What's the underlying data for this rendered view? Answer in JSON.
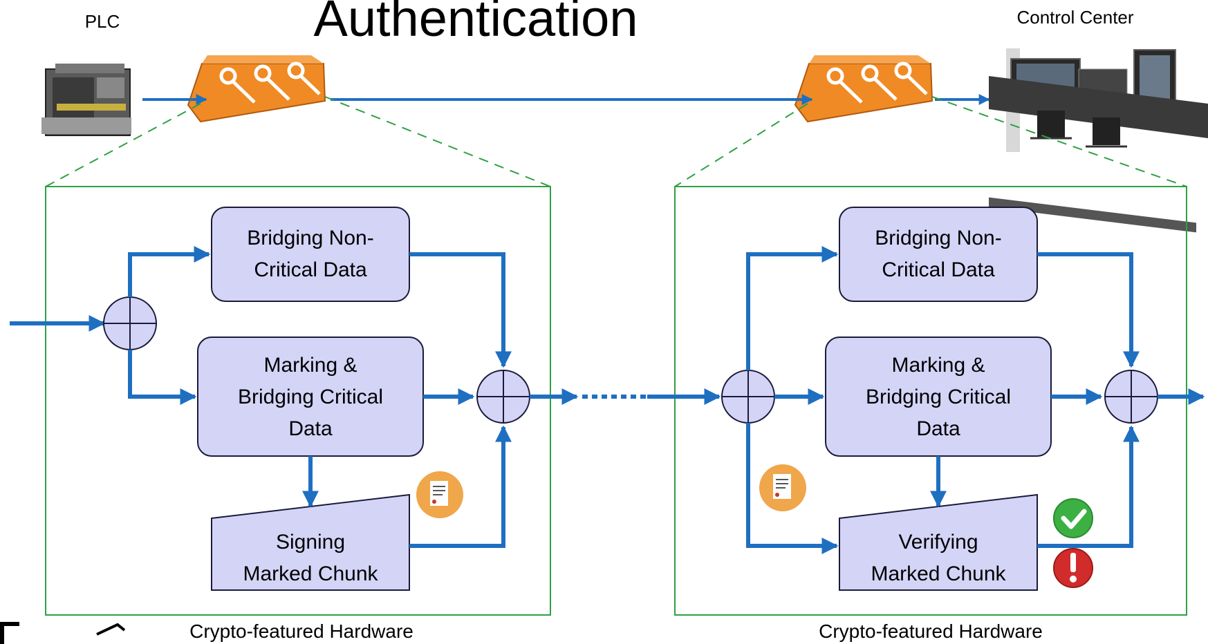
{
  "title": "Authentication",
  "labels": {
    "plc": "PLC",
    "control_center": "Control Center"
  },
  "left_module": {
    "caption": "Crypto-featured Hardware",
    "box1": [
      "Bridging Non-",
      "Critical Data"
    ],
    "box2": [
      "Marking &",
      "Bridging Critical",
      "Data"
    ],
    "box3": [
      "Signing",
      "Marked Chunk"
    ]
  },
  "right_module": {
    "caption": "Crypto-featured Hardware",
    "box1": [
      "Bridging Non-",
      "Critical Data"
    ],
    "box2": [
      "Marking &",
      "Bridging Critical",
      "Data"
    ],
    "box3": [
      "Verifying",
      "Marked Chunk"
    ]
  },
  "icons": {
    "certificate": "certificate-icon",
    "check": "check-icon",
    "alert": "alert-icon",
    "crypto_device": "key-device-icon",
    "plc": "plc-device-icon",
    "control_center": "control-room-icon"
  },
  "colors": {
    "arrow": "#1f6fc1",
    "box_fill": "#d4d4f7",
    "box_stroke": "#1a1a3a",
    "frame": "#2ea043",
    "device_orange": "#f08a24",
    "cert_orange": "#f0a64a",
    "check_green": "#3cb043",
    "alert_red": "#d22b2b"
  }
}
